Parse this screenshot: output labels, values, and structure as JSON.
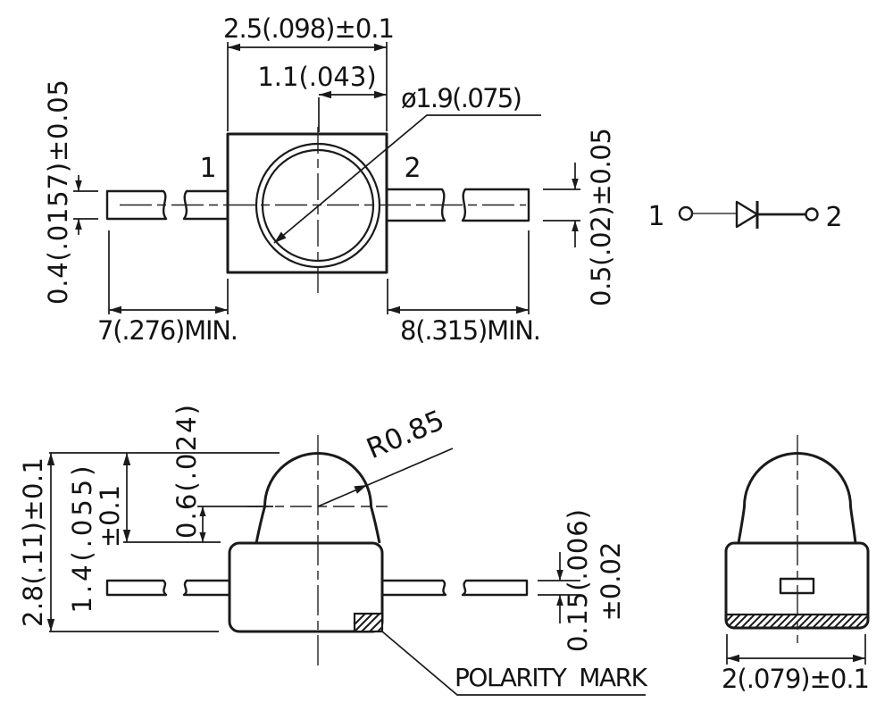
{
  "views": {
    "top": {
      "width_dim": "2.5(.098)±0.1",
      "half_width_dim": "1.1(.043)",
      "lens_dia_dim": "ø1.9(.075)",
      "lead1_width_dim": "0.4(.0157)±0.05",
      "lead2_width_dim": "0.5(.02)±0.05",
      "lead1_min_len_dim": "7(.276)MIN.",
      "lead2_min_len_dim": "8(.315)MIN.",
      "pin1_label": "1",
      "pin2_label": "2"
    },
    "schematic": {
      "pin1_label": "1",
      "pin2_label": "2"
    },
    "side": {
      "height_dim": "2.8(.11)±0.1",
      "dome_height_dim": "1.4(.055)",
      "dome_height_tol": "±0.1",
      "center_offset_dim": "0.6(.024)",
      "radius_dim": "R0.85",
      "lead_thickness_dim": "0.15(.006)",
      "lead_thickness_tol": "±0.02",
      "polarity_label": "POLARITY  MARK"
    },
    "end": {
      "width_dim": "2(.079)±0.1"
    }
  }
}
